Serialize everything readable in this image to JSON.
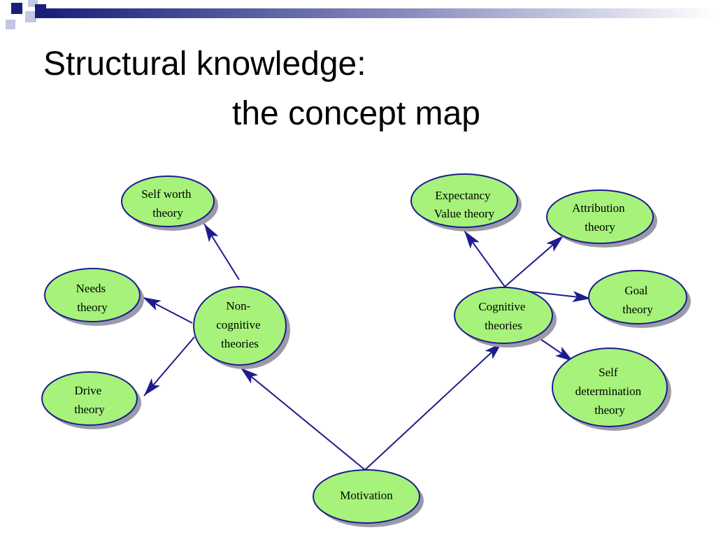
{
  "slide": {
    "title_line_1": "Structural knowledge:",
    "title_line_2": "the concept map"
  },
  "colors": {
    "node_fill": "#a6f27a",
    "node_stroke": "#1c1c8c",
    "node_shadow": "#9a9aa8",
    "connector": "#1c1c8c",
    "bar_navy": "#1b1f7a",
    "bar_light": "#c4c7e0"
  },
  "concept_map": {
    "nodes": {
      "self_worth": [
        "Self worth",
        "theory"
      ],
      "needs": [
        "Needs",
        "theory"
      ],
      "drive": [
        "Drive",
        "theory"
      ],
      "non_cognitive": [
        "Non-",
        "cognitive",
        "theories"
      ],
      "expectancy": [
        "Expectancy",
        "Value theory"
      ],
      "attribution": [
        "Attribution",
        "theory"
      ],
      "goal": [
        "Goal",
        "theory"
      ],
      "cognitive": [
        "Cognitive",
        "theories"
      ],
      "self_determination": [
        "Self",
        "determination",
        "theory"
      ],
      "motivation": [
        "Motivation"
      ]
    },
    "links": [
      {
        "from": "motivation",
        "to": "non_cognitive"
      },
      {
        "from": "motivation",
        "to": "cognitive"
      },
      {
        "from": "non_cognitive",
        "to": "self_worth"
      },
      {
        "from": "non_cognitive",
        "to": "needs"
      },
      {
        "from": "non_cognitive",
        "to": "drive"
      },
      {
        "from": "cognitive",
        "to": "expectancy"
      },
      {
        "from": "cognitive",
        "to": "attribution"
      },
      {
        "from": "cognitive",
        "to": "goal"
      },
      {
        "from": "cognitive",
        "to": "self_determination"
      }
    ]
  }
}
